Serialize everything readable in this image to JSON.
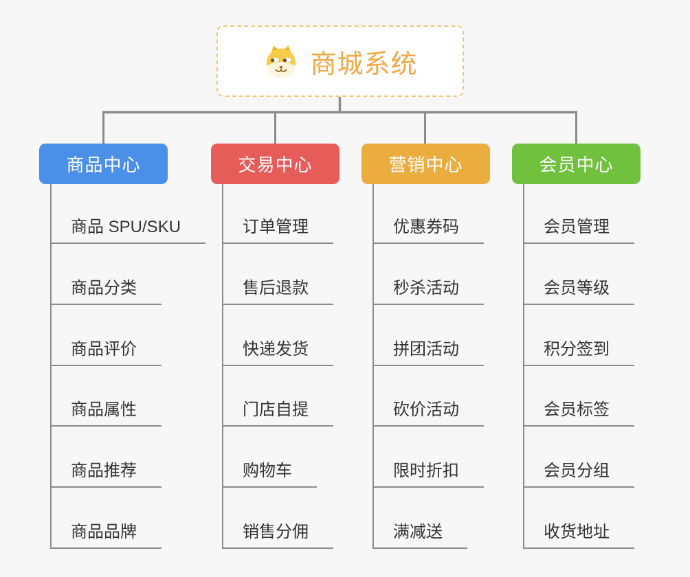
{
  "root": {
    "title": "商城系统",
    "icon": "dog-face-icon"
  },
  "branches": [
    {
      "label": "商品中心",
      "color": "#4a8fe8",
      "children": [
        "商品 SPU/SKU",
        "商品分类",
        "商品评价",
        "商品属性",
        "商品推荐",
        "商品品牌"
      ]
    },
    {
      "label": "交易中心",
      "color": "#e65c59",
      "children": [
        "订单管理",
        "售后退款",
        "快递发货",
        "门店自提",
        "购物车",
        "销售分佣"
      ]
    },
    {
      "label": "营销中心",
      "color": "#ecad40",
      "children": [
        "优惠券码",
        "秒杀活动",
        "拼团活动",
        "砍价活动",
        "限时折扣",
        "满减送"
      ]
    },
    {
      "label": "会员中心",
      "color": "#70c13e",
      "children": [
        "会员管理",
        "会员等级",
        "积分签到",
        "会员标签",
        "会员分组",
        "收货地址"
      ]
    }
  ],
  "style": {
    "background": "#f7f7f8",
    "connector_color": "#8c8c8c",
    "root_border_color": "#f2c47e",
    "root_title_color": "#f0a843",
    "leaf_text_color": "#333333"
  }
}
